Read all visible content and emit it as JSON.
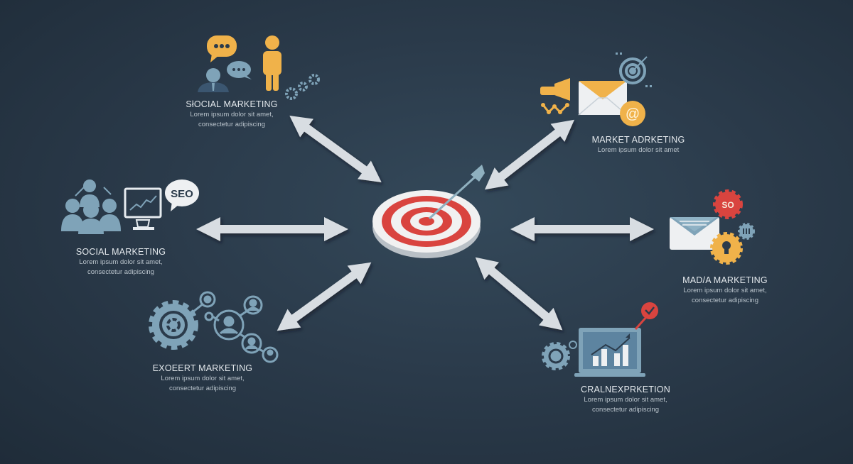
{
  "colors": {
    "background": "#2b3b4b",
    "arrow": "#d8dde2",
    "icon_blue": "#7fa3b8",
    "icon_amber": "#f0b24a",
    "icon_red": "#d9443f",
    "text": "#e3e8ec"
  },
  "center": {
    "icon": "bullseye-target-with-arrow"
  },
  "nodes": [
    {
      "id": "top-left",
      "title": "SłOCIAL MARKETING",
      "line1": "Lorem ipsum dolor sit amet,",
      "line2": "consectetur adipiscing",
      "icons": [
        "chat-bubble-icon",
        "person-icon",
        "user-avatar-icon",
        "gears-icon"
      ]
    },
    {
      "id": "top-right",
      "title": "MARKET ADRKETING",
      "line1": "Lorem ipsum dolor sit amet",
      "icons": [
        "megaphone-icon",
        "envelope-icon",
        "at-sign-icon",
        "target-icon"
      ]
    },
    {
      "id": "left",
      "title": "SOCIAL MARKETING",
      "line1": "Lorem ipsum dolor sit amet,",
      "line2": "consectetur adipiscing",
      "icons": [
        "people-group-icon",
        "monitor-chart-icon",
        "seo-bubble-icon"
      ],
      "seo_label": "SEO"
    },
    {
      "id": "right",
      "title": "MAD/A MARKETING",
      "line1": "Lorem ipsum dolor sit amet,",
      "line2": "consectetur adipiscing",
      "icons": [
        "envelope-icon",
        "seo-gear-icon",
        "lock-gear-icon",
        "code-gear-icon"
      ],
      "gear_label": "SO"
    },
    {
      "id": "bottom-left",
      "title": "EXOEERT MARKETING",
      "line1": "Lorem ipsum dolor sit amet,",
      "line2": "consectetur adipiscing",
      "icons": [
        "gear-icon",
        "user-network-icon"
      ]
    },
    {
      "id": "bottom-right",
      "title": "CRALNEXPRKETION",
      "line1": "Lorem ipsum dolor sit amet,",
      "line2": "consectetur adipiscing",
      "icons": [
        "gear-icon",
        "laptop-chart-icon",
        "check-badge-icon"
      ]
    }
  ]
}
